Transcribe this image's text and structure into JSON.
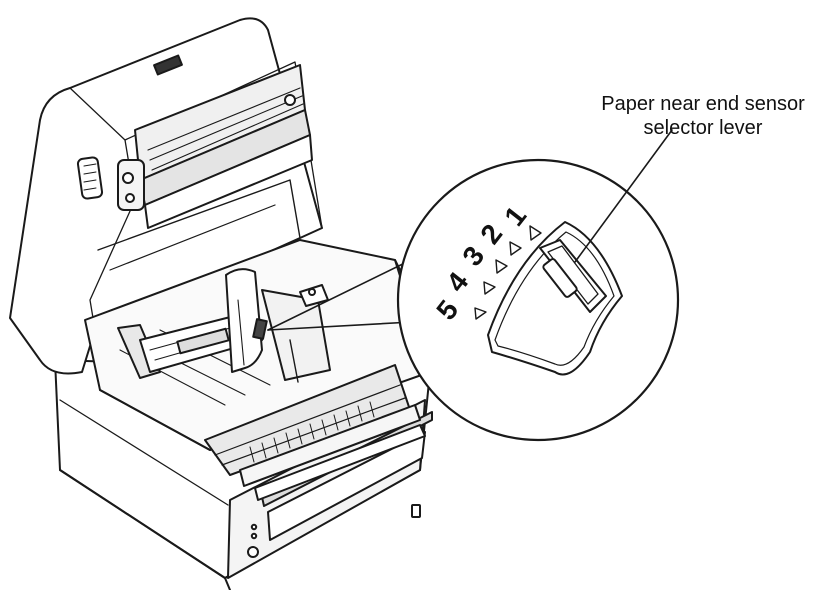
{
  "callout": {
    "line1": "Paper near end sensor",
    "line2": "selector lever"
  },
  "positions": [
    "1",
    "2",
    "3",
    "4",
    "5"
  ],
  "colors": {
    "ink": "#111111",
    "face": "#ffffff",
    "shade": "#e6e6e6"
  }
}
